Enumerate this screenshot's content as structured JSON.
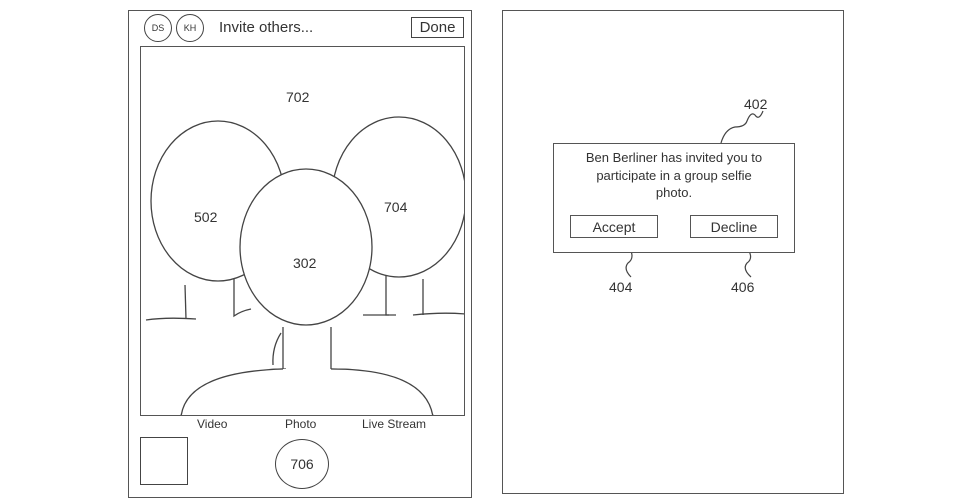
{
  "left_screen": {
    "header": {
      "avatars": [
        "DS",
        "KH"
      ],
      "invite_text": "Invite others...",
      "done_label": "Done"
    },
    "viewfinder": {
      "frame_ref": "702",
      "faces": [
        {
          "ref": "502",
          "role": "left participant"
        },
        {
          "ref": "704",
          "role": "right participant"
        },
        {
          "ref": "302",
          "role": "center user"
        }
      ]
    },
    "modes": [
      "Video",
      "Photo",
      "Live Stream"
    ],
    "shutter_ref": "706"
  },
  "right_screen": {
    "dialog": {
      "ref": "402",
      "message": "Ben Berliner has invited you to participate in a group selfie photo.",
      "message_lines": [
        "Ben Berliner has invited you to",
        "participate in a group selfie",
        "photo."
      ],
      "accept": {
        "label": "Accept",
        "ref": "404"
      },
      "decline": {
        "label": "Decline",
        "ref": "406"
      }
    }
  }
}
